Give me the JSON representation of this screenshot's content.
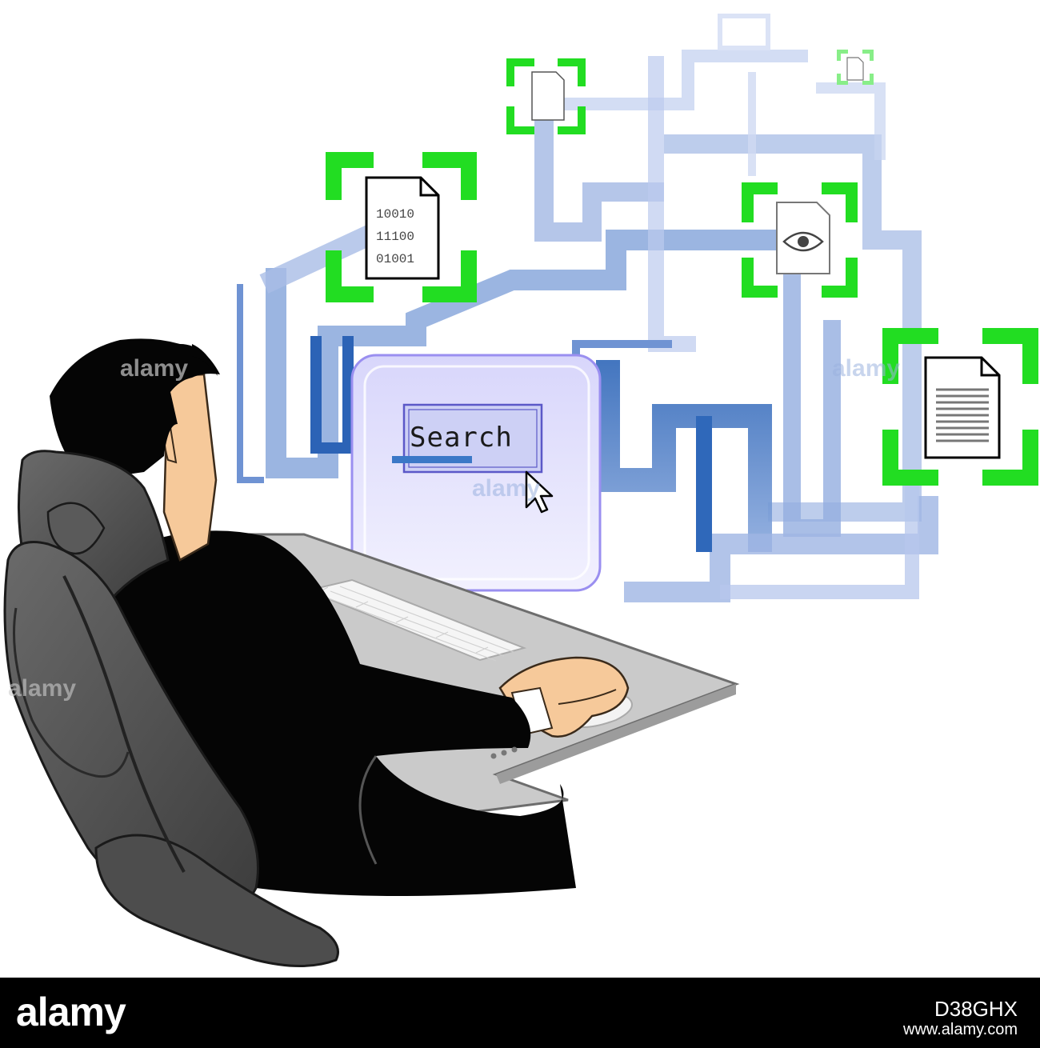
{
  "search_panel": {
    "label": "Search"
  },
  "documents": [
    {
      "icon": "binary-file-icon"
    },
    {
      "icon": "blank-file-icon"
    },
    {
      "icon": "small-file-icon"
    },
    {
      "icon": "view-file-icon"
    },
    {
      "icon": "text-file-icon"
    }
  ],
  "binary_lines": [
    "10010",
    "11100",
    "01001"
  ],
  "footer": {
    "logo": "alamy",
    "image_id": "D38GHX",
    "url": "www.alamy.com"
  },
  "colors": {
    "pipe": "#8fa8d8",
    "pipe_dark": "#4a79c4",
    "frame": "#22dd22",
    "suit": "#000000",
    "chair": "#4d4d4d",
    "desk": "#c8c8c8",
    "panel": "#e4e2fb"
  }
}
